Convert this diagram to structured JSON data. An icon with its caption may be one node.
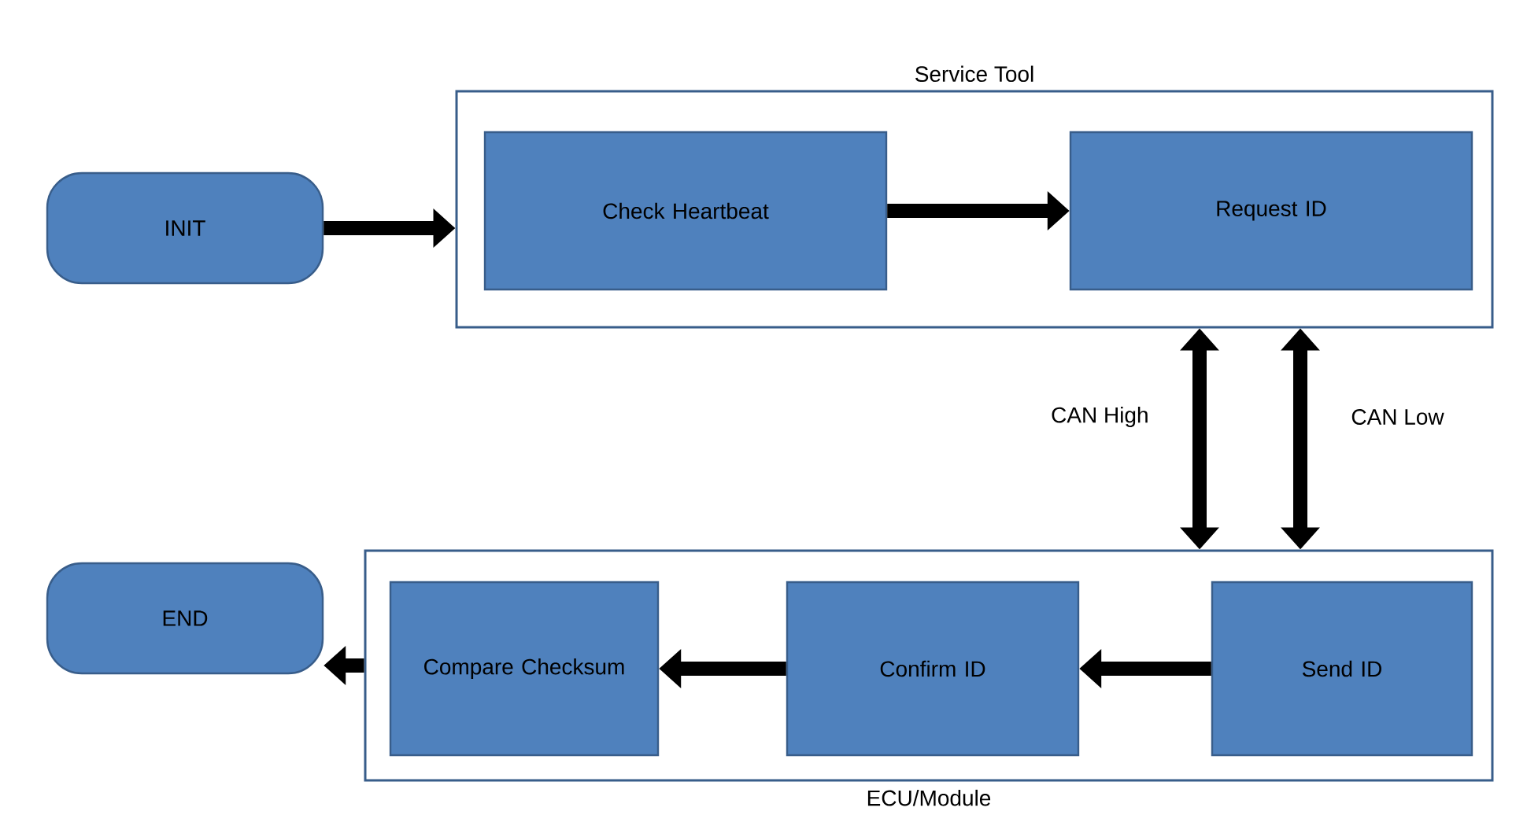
{
  "diagram": {
    "nodes": [
      {
        "text": [
          "Service Tool"
        ]
      },
      {
        "text": [
          "INIT"
        ]
      },
      {
        "text": [
          "Check Heartbeat"
        ],
        "in": 0
      },
      {
        "text": [
          "Request ID"
        ],
        "in": 0
      },
      {
        "text": [
          "ECU/Module"
        ]
      },
      {
        "text": [
          "END"
        ]
      },
      {
        "text": [
          "Compare Checksum"
        ],
        "in": 4
      },
      {
        "text": [
          "Confirm ID"
        ],
        "in": 4
      },
      {
        "text": [
          "Send ID"
        ],
        "in": 4
      }
    ],
    "edges": [
      {
        "from": 1,
        "to": 0,
        "arrow": "to"
      },
      {
        "from": 2,
        "to": 3,
        "arrow": "to"
      },
      {
        "from": 0,
        "to": 4,
        "arrow": "both",
        "label": "CAN High"
      },
      {
        "from": 0,
        "to": 4,
        "arrow": "both",
        "label": "CAN Low"
      },
      {
        "from": 8,
        "to": 7,
        "arrow": "to"
      },
      {
        "from": 7,
        "to": 6,
        "arrow": "to"
      },
      {
        "from": 4,
        "to": 5,
        "arrow": "to"
      }
    ]
  }
}
